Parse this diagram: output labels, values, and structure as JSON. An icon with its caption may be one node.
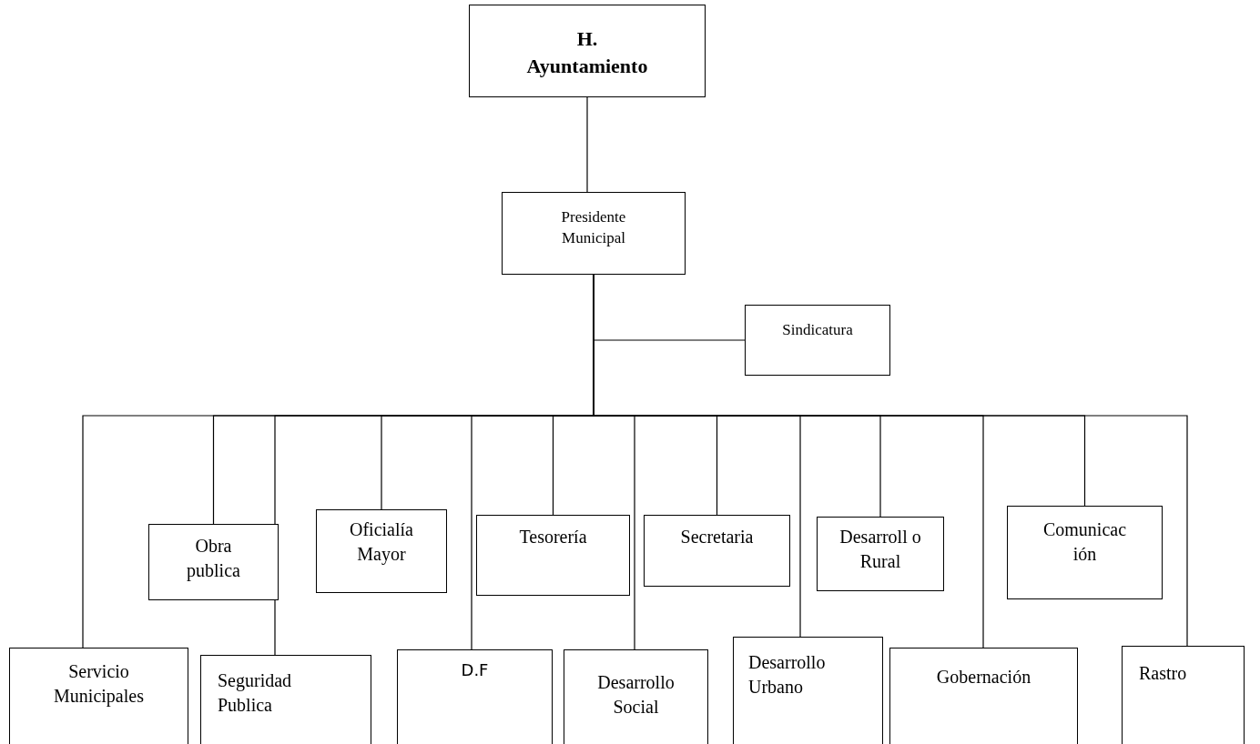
{
  "diagram": {
    "nodes": [
      {
        "text": [
          "H. Ayuntamiento"
        ]
      },
      {
        "text": [
          "Presidente Municipal"
        ]
      },
      {
        "text": [
          "Sindicatura"
        ]
      },
      {
        "text": [
          "Obra publica"
        ]
      },
      {
        "text": [
          "Oficialía Mayor"
        ]
      },
      {
        "text": [
          "Tesorería"
        ]
      },
      {
        "text": [
          "Secretaria"
        ]
      },
      {
        "text": [
          "Desarroll o Rural"
        ]
      },
      {
        "text": [
          "Comunicac ión"
        ]
      },
      {
        "text": [
          "Servicio Municipales"
        ]
      },
      {
        "text": [
          "Seguridad Publica"
        ]
      },
      {
        "text": [
          "D.F"
        ]
      },
      {
        "text": [
          "Desarrollo Social"
        ]
      },
      {
        "text": [
          "Desarrollo Urbano"
        ]
      },
      {
        "text": [
          "Gobernación"
        ]
      },
      {
        "text": [
          "Rastro"
        ]
      }
    ],
    "edges": [
      {
        "from": 0,
        "to": 1,
        "arrow": "none"
      },
      {
        "from": 1,
        "to": 2,
        "arrow": "none"
      },
      {
        "from": 1,
        "to": 9,
        "arrow": "none"
      },
      {
        "from": 1,
        "to": 3,
        "arrow": "none"
      },
      {
        "from": 1,
        "to": 10,
        "arrow": "none"
      },
      {
        "from": 1,
        "to": 4,
        "arrow": "none"
      },
      {
        "from": 1,
        "to": 11,
        "arrow": "none"
      },
      {
        "from": 1,
        "to": 5,
        "arrow": "none"
      },
      {
        "from": 1,
        "to": 12,
        "arrow": "none"
      },
      {
        "from": 1,
        "to": 6,
        "arrow": "none"
      },
      {
        "from": 1,
        "to": 13,
        "arrow": "none"
      },
      {
        "from": 1,
        "to": 7,
        "arrow": "none"
      },
      {
        "from": 1,
        "to": 14,
        "arrow": "none"
      },
      {
        "from": 1,
        "to": 8,
        "arrow": "none"
      },
      {
        "from": 1,
        "to": 15,
        "arrow": "none"
      }
    ]
  }
}
